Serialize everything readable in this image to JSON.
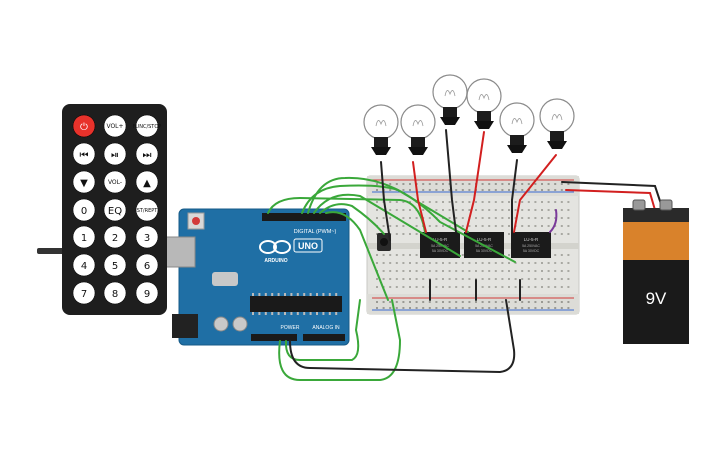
{
  "remote": {
    "rows": [
      [
        "⏻",
        "VOL+",
        "FUNC/STOP"
      ],
      [
        "⏮",
        "⏯",
        "⏭"
      ],
      [
        "▼",
        "VOL-",
        "▲"
      ],
      [
        "0",
        "EQ",
        "ST/REPT"
      ],
      [
        "1",
        "2",
        "3"
      ],
      [
        "4",
        "5",
        "6"
      ],
      [
        "7",
        "8",
        "9"
      ]
    ],
    "power_color": "#e8322b"
  },
  "arduino": {
    "brand": "ARDUINO",
    "model": "UNO",
    "digital_label": "DIGITAL (PWM~)",
    "power_label": "POWER",
    "analog_label": "ANALOG IN",
    "board_color": "#1f6fa5"
  },
  "relays": [
    {
      "line1": "LU-5-R",
      "line2": "5A 250VAC",
      "line3": "5A 30VDC"
    },
    {
      "line1": "LU-5-R",
      "line2": "5A 250VAC",
      "line3": "5A 30VDC"
    },
    {
      "line1": "LU-5-R",
      "line2": "5A 250VAC",
      "line3": "5A 30VDC"
    }
  ],
  "battery": {
    "label": "9V",
    "body_color": "#1a1a1a",
    "top_color": "#d9822b"
  },
  "bulbs": {
    "count": 6
  },
  "wire_colors": {
    "green": "#3aa83a",
    "red": "#d21f1f",
    "black": "#222222",
    "purple": "#7a3a9a"
  }
}
